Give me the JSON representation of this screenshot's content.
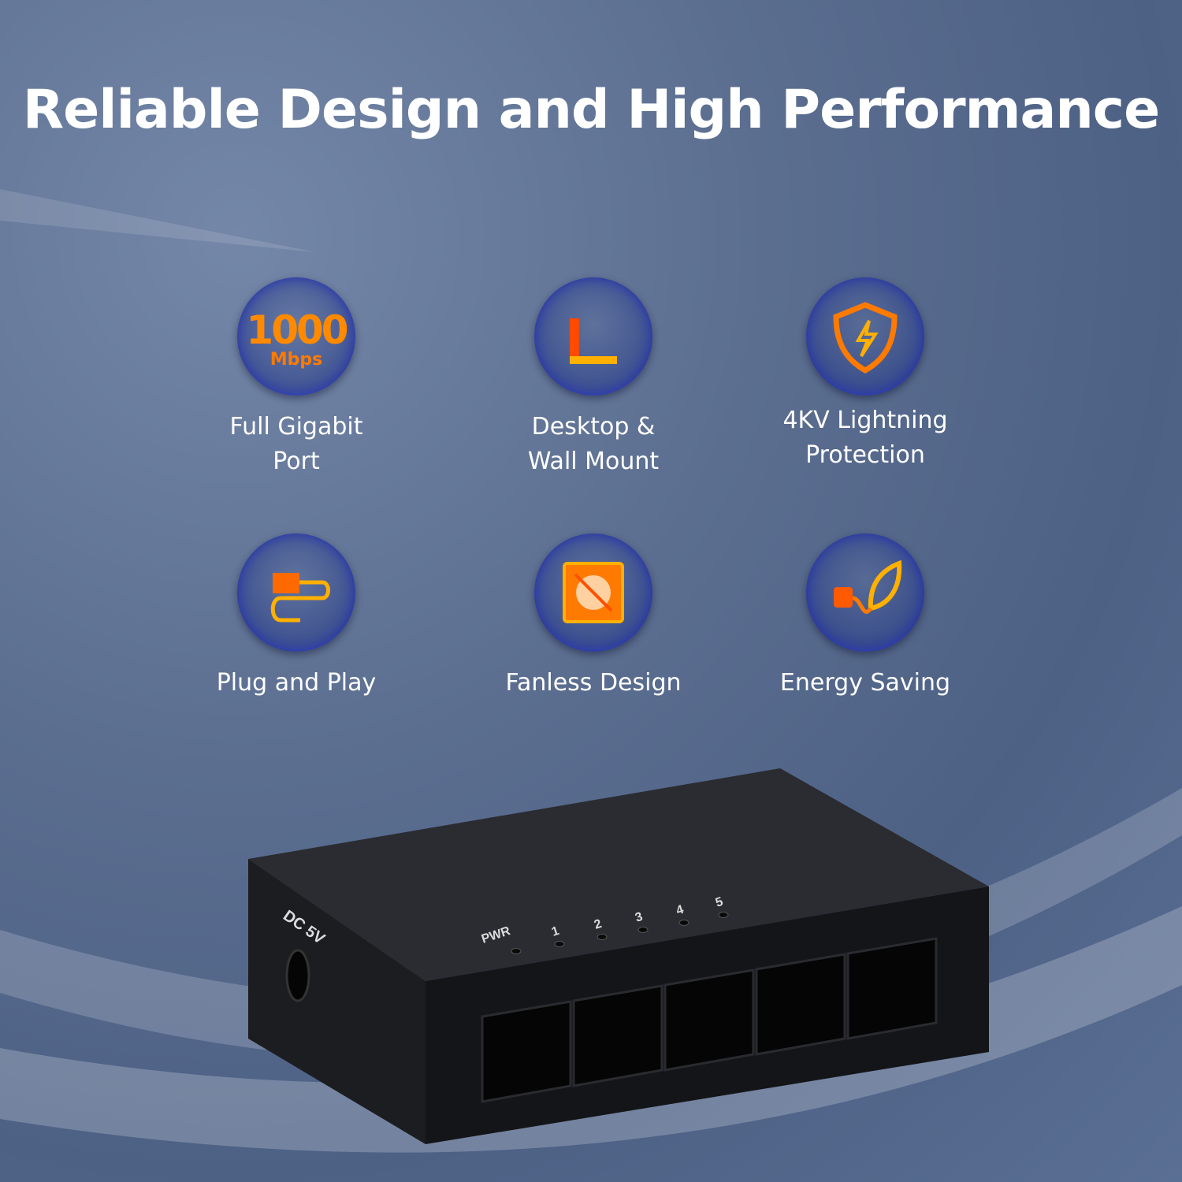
{
  "title": "Reliable Design and High Performance",
  "features": [
    {
      "line1": "Full Gigabit",
      "line2": "Port",
      "icon": "gigabit-speed-icon",
      "badge_number": "1000",
      "badge_unit": "Mbps"
    },
    {
      "line1": "Desktop &",
      "line2": "Wall Mount",
      "icon": "mount-bracket-icon"
    },
    {
      "line1": "4KV Lightning",
      "line2": "Protection",
      "icon": "lightning-shield-icon"
    },
    {
      "line1": "Plug and Play",
      "icon": "plug-cable-icon"
    },
    {
      "line1": "Fanless Design",
      "icon": "no-fan-icon"
    },
    {
      "line1": "Energy Saving",
      "icon": "eco-plug-icon"
    }
  ],
  "device": {
    "power_label": "DC 5V",
    "led_labels": [
      "PWR",
      "1",
      "2",
      "3",
      "4",
      "5"
    ]
  },
  "colors": {
    "accent_orange": "#ff6a00",
    "accent_yellow": "#ffc400"
  }
}
